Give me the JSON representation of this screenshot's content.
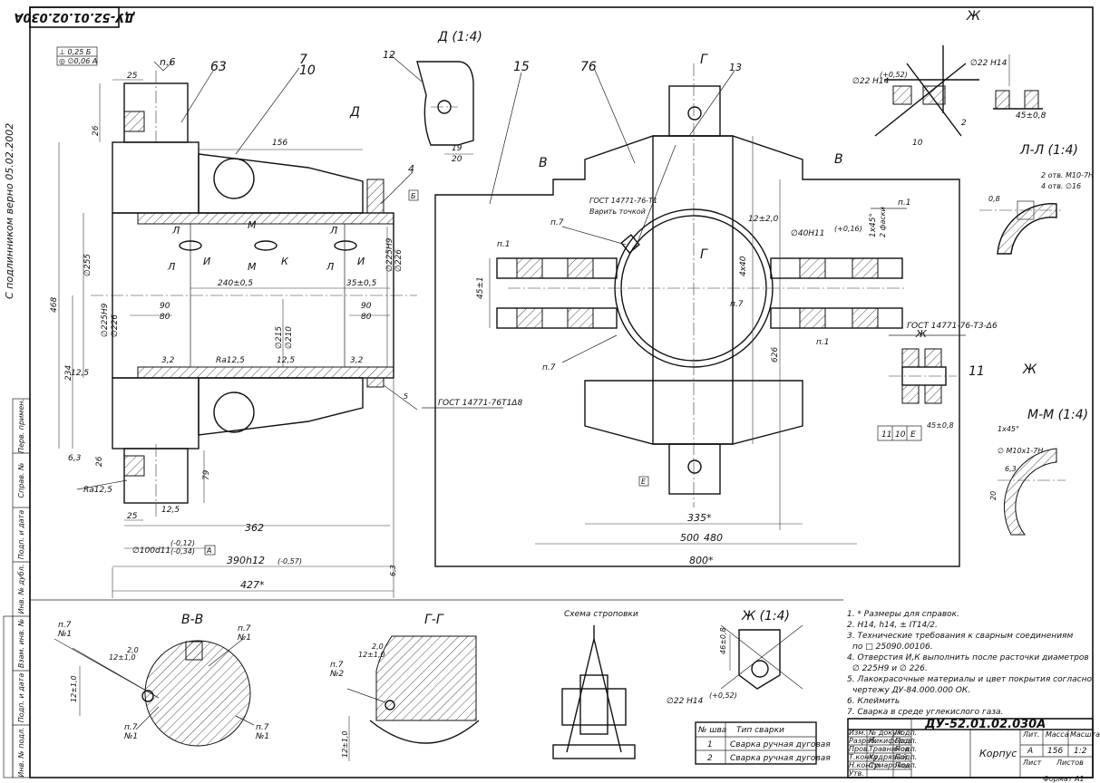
{
  "drawing": {
    "designation": "ДУ-52.01.02.030А",
    "designation_rotated": "ДУ-52.01.02.030А",
    "part_name": "Корпус",
    "format": "Формат А1",
    "tolerance_frame": [
      "⊥ 0,25 Б",
      "◎ ∅0,06 А"
    ],
    "handwritten_side": "С подлинником верно 05.02.2002"
  },
  "views": {
    "main_left": {
      "labels": {
        "flange": "63",
        "arm": "7",
        "arm_alt": "10",
        "pos4": "4",
        "arrow_d": "Д",
        "d_view_title": "Д (1:4)",
        "pos12": "12",
        "sec_l": "Л",
        "sec_m": "М",
        "sec_i": "И",
        "sec_k": "К",
        "base_b": "Б",
        "base_a": "А",
        "weld_note": "ГОСТ 14771-76Т1Δ8",
        "weld_5": "5"
      },
      "dims": {
        "d25_top": "25",
        "d26_top": "26",
        "d156": "156",
        "d468": "468",
        "d255": "∅255",
        "d240": "240±0,5",
        "d35": "35±0,5",
        "d225h9": "∅225Н9",
        "d226": "∅226",
        "d215": "∅215",
        "d210": "∅210",
        "d90": "90",
        "d80": "80",
        "d234": "234",
        "d12_5": "12,5",
        "d3_2a": "3,2",
        "d3_2b": "3,2",
        "d_ra": "Ra12,5",
        "d6_3": "6,3",
        "d26_bot": "26",
        "d79": "79",
        "d25_bot": "25",
        "d12_5b": "12,5",
        "d362": "362",
        "d100d11": "∅100d11",
        "d_tol_a": "(-0,12)",
        "d_tol_b": "(-0,34)",
        "d390": "390h12",
        "d390_tol": "(-0,57)",
        "d427": "427*",
        "d_n6": "n.6",
        "d19": "19",
        "d20": "20",
        "d_6_3b": "6,3"
      }
    },
    "main_right": {
      "labels": {
        "pos15": "15",
        "pos76": "76",
        "pos13": "13",
        "sec_g": "Г",
        "sec_v": "В",
        "pos7": "п.7",
        "pos1": "п.1",
        "gost_top": "ГОСТ 14771-76-Т1",
        "weld_hint": "Варить точкой",
        "gost_right": "ГОСТ 14771-76-Т3-Δ6",
        "base_e": "Е",
        "pos1b": "п.1",
        "pos7b": "п.7"
      },
      "dims": {
        "d40h11": "∅40Н11",
        "d40h11_tol": "(+0,16)",
        "d12x20": "12±2,0",
        "d1x45": "1х45°",
        "fillet": "2 фаски",
        "d45": "45±1",
        "d626": "626",
        "d335": "335*",
        "d500": "500",
        "d480": "480",
        "d800": "800*",
        "d4x40": "4х40"
      }
    },
    "details": {
      "zh_title": "Ж",
      "zh_dim_a": "∅22 Н14",
      "zh_dim_a_tol": "(+0,52)",
      "zh_dim_b": "∅22 Н14",
      "zh_dim_c": "45±0,8",
      "zh_dim_d": "10",
      "zh_dim_e": "2",
      "ll_title": "Л-Л (1:4)",
      "ll_note_a": "2 отв. М10-7Н",
      "ll_note_b": "4 отв. ∅16",
      "ll_dim": "0,8",
      "mm_title": "М-М (1:4)",
      "mm_note_a": "1х45°",
      "mm_note_b": "∅ М10х1-7Н",
      "mm_dim_a": "6,3",
      "mm_dim_b": "20",
      "zh_mark": "Ж",
      "zh_pos": "11",
      "weld_frame": [
        "11",
        "10",
        "Е"
      ],
      "zh_dim_45": "45±0,8"
    },
    "section_bb": {
      "title": "В-В",
      "n7_a": "п.7",
      "n1_a": "№1",
      "n7_b": "п.7",
      "n1_b": "№1",
      "n7_c": "п.7",
      "n1_c": "№1",
      "n7_d": "п.7",
      "n1_d": "№1",
      "d12": "12±1,0",
      "d20": "2,0",
      "d12b": "12±1,0"
    },
    "section_gg": {
      "title": "Г-Г",
      "n7": "п.7",
      "n2": "№2",
      "d12": "12±1,0",
      "d20": "2,0",
      "d12v": "12±1,0"
    },
    "rigging": {
      "title": "Схема строповки"
    },
    "zh_detail": {
      "title": "Ж (1:4)",
      "d22": "∅22 Н14",
      "d22_tol": "(+0,52)",
      "d46": "46±0,8"
    }
  },
  "notes": [
    "1. * Размеры для справок.",
    "2. Н14, h14, ± IT14/2.",
    "3. Технические требования к сварным соединениям",
    "по □ 25090.00106.",
    "4. Отверстия И,К выполнить после расточки диаметров",
    "∅ 225Н9 и ∅ 226.",
    "5. Лакокрасочные материалы и цвет покрытия согласно",
    "чертежу ДУ-84.000.000 ОК.",
    "6. Клеймить",
    "7. Сварка в среде углекислого газа."
  ],
  "weld_table": {
    "headers": [
      "№ шва",
      "Тип сварки"
    ],
    "rows": [
      [
        "1",
        "Сварка ручная дуговая"
      ],
      [
        "2",
        "Сварка ручная дуговая"
      ]
    ]
  },
  "title_block": {
    "roles": [
      "Разраб.",
      "Пров.",
      "Т.контр.",
      "Н.контр.",
      "Утв."
    ],
    "names": [
      "Никифоров",
      "Травников",
      "Кудрявый",
      "Сумароков",
      ""
    ],
    "sign": [
      "Подп.",
      "Подп.",
      "Подп.",
      "Подп.",
      ""
    ],
    "col_lit": "Лит.",
    "col_mass": "Масса",
    "col_scale": "Масштаб",
    "lit_value": "А",
    "mass_value": "156",
    "scale_value": "1:2",
    "sheet_label": "Лист",
    "sheets_label": "Листов",
    "rev_header": [
      "Изм.",
      "Лист",
      "№ докум.",
      "Подп.",
      "Дата"
    ]
  },
  "left_strip": [
    "Перв. примен.",
    "Справ. №",
    "Подп. и дата",
    "Инв. № дубл.",
    "Взам. инв. №",
    "Подп. и дата",
    "Инв. № подл."
  ]
}
